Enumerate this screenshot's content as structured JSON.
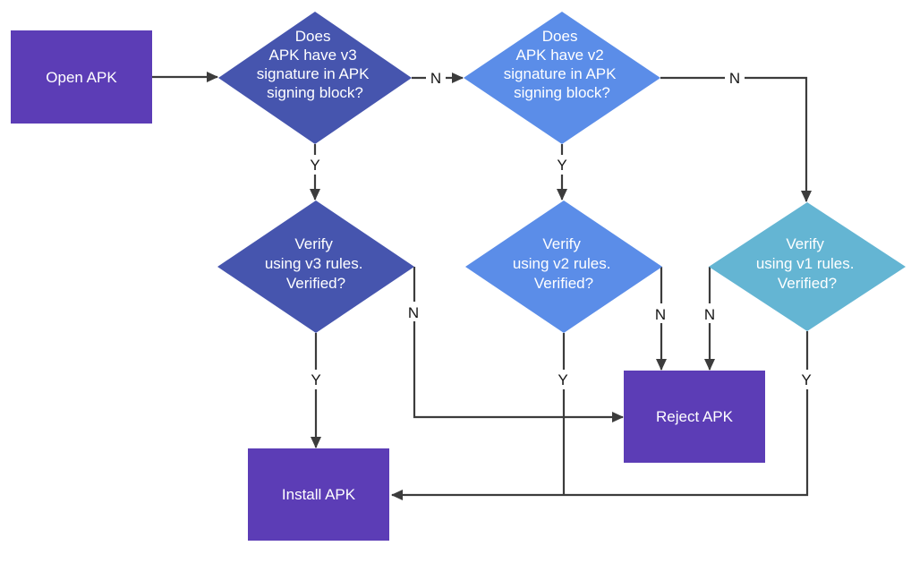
{
  "diagram": {
    "title": "APK signature verification flowchart",
    "colors": {
      "process_box": "#5c3db6",
      "decision_v3": "#4655ae",
      "decision_v2": "#5b8de8",
      "decision_v1": "#64b5d3",
      "arrow": "#3c3c3c",
      "shape_text": "#ffffff",
      "edge_label_text": "#161616",
      "background": "#ffffff"
    },
    "nodes": {
      "open_apk": {
        "label": "Open APK"
      },
      "q_v3": {
        "lines": [
          "Does",
          "APK have v3",
          "signature in APK",
          "signing block?"
        ]
      },
      "q_v2": {
        "lines": [
          "Does",
          "APK have v2",
          "signature in APK",
          "signing block?"
        ]
      },
      "verify_v3": {
        "lines": [
          "Verify",
          "using v3 rules.",
          "Verified?"
        ]
      },
      "verify_v2": {
        "lines": [
          "Verify",
          "using v2 rules.",
          "Verified?"
        ]
      },
      "verify_v1": {
        "lines": [
          "Verify",
          "using v1 rules.",
          "Verified?"
        ]
      },
      "reject_apk": {
        "label": "Reject APK"
      },
      "install_apk": {
        "label": "Install APK"
      }
    },
    "edge_labels": {
      "q_v3_no": "N",
      "q_v3_yes": "Y",
      "q_v2_no": "N",
      "q_v2_yes": "Y",
      "verify_v3_no": "N",
      "verify_v3_yes": "Y",
      "verify_v2_no": "N",
      "verify_v2_yes": "Y",
      "verify_v1_no": "N",
      "verify_v1_yes": "Y"
    }
  }
}
